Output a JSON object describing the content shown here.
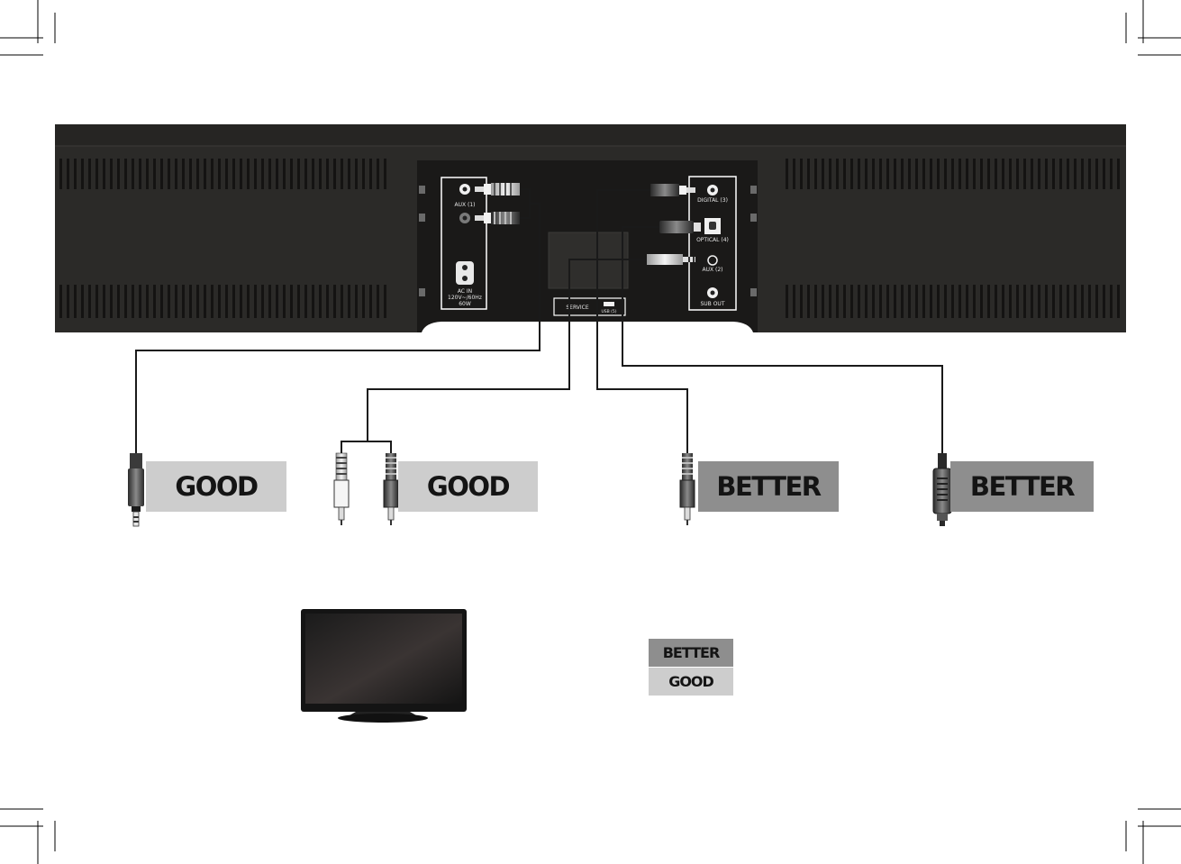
{
  "soundbar": {
    "aux1_label": "AUX (1)",
    "ac_in_line1": "AC IN",
    "ac_in_line2": "120V~/60Hz",
    "ac_in_line3": "60W",
    "digital_label": "DIGITAL (3)",
    "optical_label": "OPTICAL (4)",
    "aux2_label": "AUX (2)",
    "sub_out_label": "SUB OUT",
    "service_label": "SERVICE",
    "usb_label": "USB (5)"
  },
  "connections": [
    {
      "cable": "3.5mm stereo",
      "rating": "GOOD"
    },
    {
      "cable": "RCA stereo",
      "rating": "GOOD"
    },
    {
      "cable": "Digital coaxial",
      "rating": "BETTER"
    },
    {
      "cable": "Optical",
      "rating": "BETTER"
    }
  ],
  "legend": {
    "top": "BETTER",
    "bottom": "GOOD"
  },
  "colors": {
    "good": "#cdcdcd",
    "better": "#8e8e8e",
    "panel": "#2b2a28"
  }
}
